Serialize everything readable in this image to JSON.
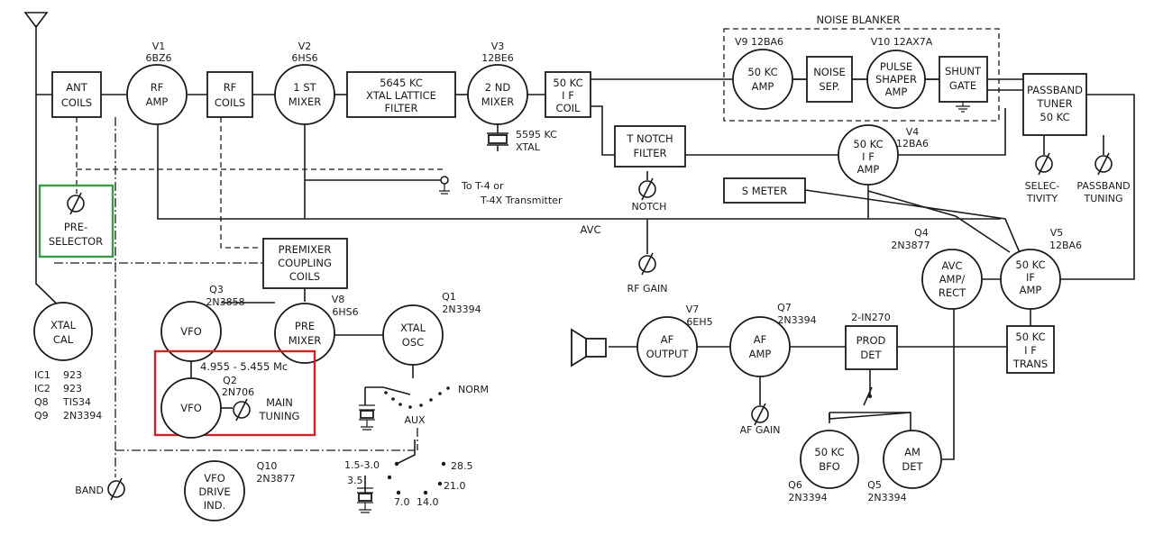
{
  "colors": {
    "line": "#1a1a1a",
    "preselector_highlight": "#3a9a4a",
    "vfo_highlight": "#d0202a"
  },
  "blocks": {
    "ant_coils": [
      "ANT",
      "COILS"
    ],
    "rf_amp": [
      "RF",
      "AMP"
    ],
    "rf_coils": [
      "RF",
      "COILS"
    ],
    "first_mixer": [
      "1 ST",
      "MIXER"
    ],
    "xtal_filter": [
      "5645 KC",
      "XTAL LATTICE",
      "FILTER"
    ],
    "second_mixer": [
      "2 ND",
      "MIXER"
    ],
    "if_coil": [
      "50 KC",
      "I F",
      "COIL"
    ],
    "amp_50kc": [
      "50 KC",
      "AMP"
    ],
    "noise_sep": [
      "NOISE",
      "SEP."
    ],
    "pulse_shaper": [
      "PULSE",
      "SHAPER",
      "AMP"
    ],
    "shunt_gate": [
      "SHUNT",
      "GATE"
    ],
    "passband_tuner": [
      "PASSBAND",
      "TUNER",
      "50 KC"
    ],
    "t_notch": [
      "T NOTCH",
      "FILTER"
    ],
    "if_amp_v4": [
      "50 KC",
      "I F",
      "AMP"
    ],
    "s_meter": [
      "S METER"
    ],
    "preselector": [
      "PRE-",
      "SELECTOR"
    ],
    "premixer_coils": [
      "PREMIXER",
      "COUPLING",
      "COILS"
    ],
    "xtal_cal": [
      "XTAL",
      "CAL"
    ],
    "vfo_q3": [
      "VFO"
    ],
    "pre_mixer": [
      "PRE",
      "MIXER"
    ],
    "xtal_osc": [
      "XTAL",
      "OSC"
    ],
    "vfo_q2": [
      "VFO"
    ],
    "vfo_drive": [
      "VFO",
      "DRIVE",
      "IND."
    ],
    "af_output": [
      "AF",
      "OUTPUT"
    ],
    "af_amp": [
      "AF",
      "AMP"
    ],
    "prod_det": [
      "PROD",
      "DET"
    ],
    "avc_amp": [
      "AVC",
      "AMP/",
      "RECT"
    ],
    "if_amp_v5": [
      "50 KC",
      "IF",
      "AMP"
    ],
    "if_trans": [
      "50 KC",
      "I F",
      "TRANS"
    ],
    "bfo": [
      "50 KC",
      "BFO"
    ],
    "am_det": [
      "AM",
      "DET"
    ]
  },
  "tubes": {
    "v1": [
      "V1",
      "6BZ6"
    ],
    "v2": [
      "V2",
      "6HS6"
    ],
    "v3": [
      "V3",
      "12BE6"
    ],
    "v9": "V9   12BA6",
    "v10": "V10  12AX7A",
    "v4": [
      "V4",
      "12BA6"
    ],
    "v8": [
      "V8",
      "6HS6"
    ],
    "v7": [
      "V7",
      "6EH5"
    ],
    "v5": [
      "V5",
      "12BA6"
    ]
  },
  "transistors": {
    "q3": [
      "Q3",
      "2N3858"
    ],
    "q1": [
      "Q1",
      "2N3394"
    ],
    "q2": [
      "Q2",
      "2N706"
    ],
    "q10": [
      "Q10",
      "2N3877"
    ],
    "q4": [
      "Q4",
      "2N3877"
    ],
    "q7": [
      "Q7",
      "2N3394"
    ],
    "q6": [
      "Q6",
      "2N3394"
    ],
    "q5": [
      "Q5",
      "2N3394"
    ],
    "diode": "2-IN270"
  },
  "labels": {
    "noise_blanker": "NOISE BLANKER",
    "xtal_5595": [
      "5595 KC",
      "XTAL"
    ],
    "transmitter": [
      "To T-4 or",
      "T-4X Transmitter"
    ],
    "notch": "NOTCH",
    "avc": "AVC",
    "rf_gain": "RF GAIN",
    "selectivity": [
      "SELEC-",
      "TIVITY"
    ],
    "passband_tuning": [
      "PASSBAND",
      "TUNING"
    ],
    "ic_list": [
      [
        "IC1",
        "923"
      ],
      [
        "IC2",
        "923"
      ],
      [
        "Q8",
        "TIS34"
      ],
      [
        "Q9",
        "2N3394"
      ]
    ],
    "vfo_range": "4.955 - 5.455 Mc",
    "main_tuning": [
      "MAIN",
      "TUNING"
    ],
    "norm": "NORM",
    "aux": "AUX",
    "band": "BAND",
    "band_switch": {
      "b1": "1.5-3.0",
      "b2": "3.5",
      "b3": "7.0",
      "b4": "14.0",
      "b5": "21.0",
      "b6": "28.5"
    },
    "af_gain": "AF GAIN"
  }
}
